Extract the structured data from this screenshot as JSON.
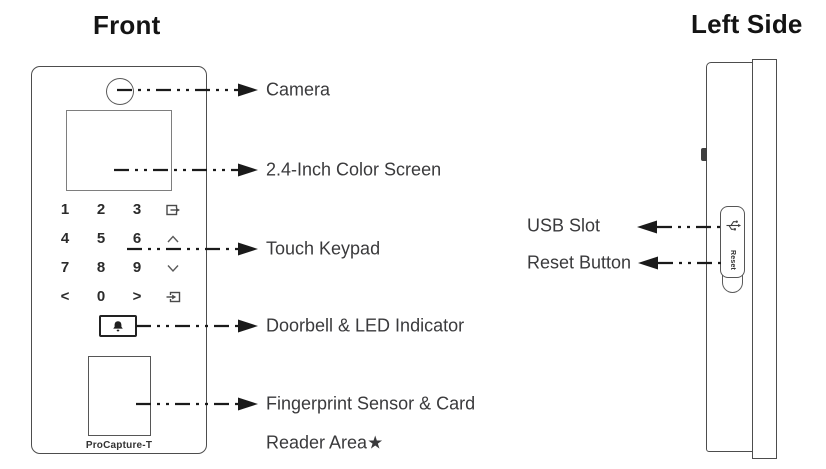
{
  "titles": {
    "front": "Front",
    "left_side": "Left Side"
  },
  "front_view": {
    "model_label": "ProCapture-T",
    "keypad": {
      "keys": [
        "1",
        "2",
        "3",
        "4",
        "5",
        "6",
        "7",
        "8",
        "9",
        "<",
        "0",
        ">"
      ],
      "icon_names": [
        "exit-key-icon",
        "chevron-up-key-icon",
        "chevron-down-key-icon",
        "enter-key-icon"
      ]
    },
    "doorbell_icon_name": "bell-icon",
    "callouts": {
      "camera": "Camera",
      "screen": "2.4-Inch Color Screen",
      "keypad": "Touch Keypad",
      "doorbell": "Doorbell & LED Indicator",
      "fingerprint_line1": "Fingerprint Sensor & Card",
      "fingerprint_line2": "Reader Area★"
    }
  },
  "side_view": {
    "callouts": {
      "usb": "USB Slot",
      "reset": "Reset Button"
    },
    "panel": {
      "reset_label": "Reset",
      "icon_name": "usb-icon"
    }
  },
  "colors": {
    "line": "#1a1a1a",
    "device_outline": "#4d4d4d",
    "inner_outline": "#7e7e7e",
    "label_text": "#3a3a3c"
  }
}
